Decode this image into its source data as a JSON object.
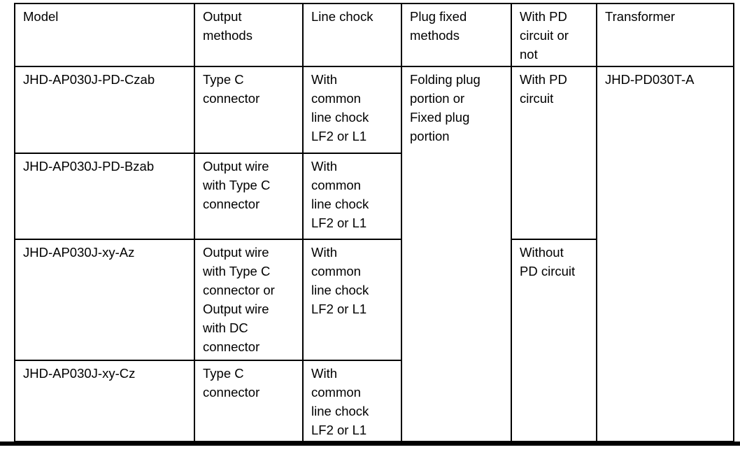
{
  "colors": {
    "text": "#000000",
    "border": "#000000",
    "background": "#ffffff"
  },
  "table": {
    "header": {
      "model": "Model",
      "output_methods": "Output\nmethods",
      "line_chock": "Line chock",
      "plug_fixed_methods": "Plug fixed\nmethods",
      "pd_circuit_or_not": "With PD\ncircuit or\nnot",
      "transformer": "Transformer"
    },
    "rows": [
      {
        "model": "JHD-AP030J-PD-Czab",
        "output": "Type C\nconnector",
        "chock": "With\ncommon\nline chock\nLF2 or L1"
      },
      {
        "model": "JHD-AP030J-PD-Bzab",
        "output": "Output wire\nwith Type C\nconnector",
        "chock": "With\ncommon\nline chock\nLF2 or L1"
      },
      {
        "model": "JHD-AP030J-xy-Az",
        "output": "Output wire\nwith Type C\nconnector or\nOutput wire\nwith DC\nconnector",
        "chock": "With\ncommon\nline chock\nLF2 or L1"
      },
      {
        "model": "JHD-AP030J-xy-Cz",
        "output": "Type C\nconnector",
        "chock": "With\ncommon\nline chock\nLF2 or L1"
      }
    ],
    "merged": {
      "plug_fixed": "Folding plug\nportion or\nFixed plug\nportion",
      "with_pd": "With PD\ncircuit",
      "without_pd": "Without\nPD circuit",
      "transformer_model": "JHD-PD030T-A"
    }
  }
}
